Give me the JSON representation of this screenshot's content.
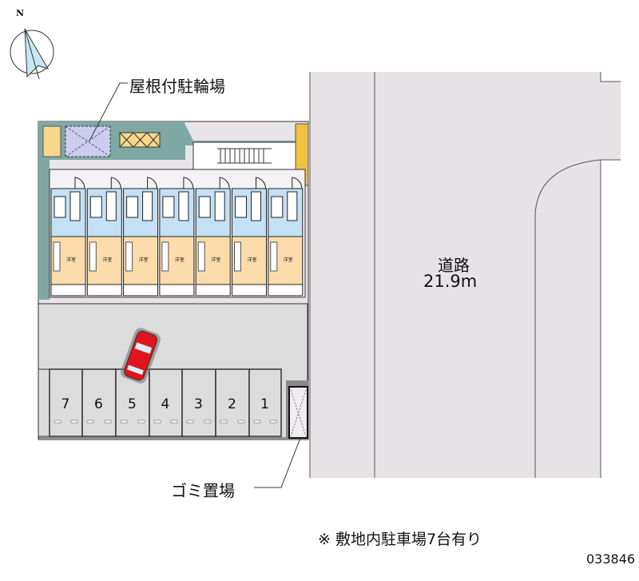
{
  "compass": {
    "north_label": "N"
  },
  "labels": {
    "bicycle_shelter": "屋根付駐輪場",
    "garbage_area": "ゴミ置場",
    "road_name": "道路",
    "road_width": "21.9m",
    "room_label": "洋室"
  },
  "parking": {
    "stalls": [
      "7",
      "6",
      "5",
      "4",
      "3",
      "2",
      "1"
    ],
    "occupied_stall": "5"
  },
  "note": "※ 敷地内駐車場7台有り",
  "property_id": "033846",
  "colors": {
    "road": "#e6e2e6",
    "parking": "#dcdcdc",
    "path": "#7fa8a4",
    "wet_area": "#c4e0f4",
    "room": "#fbdcaa",
    "car": "#e0141c"
  }
}
